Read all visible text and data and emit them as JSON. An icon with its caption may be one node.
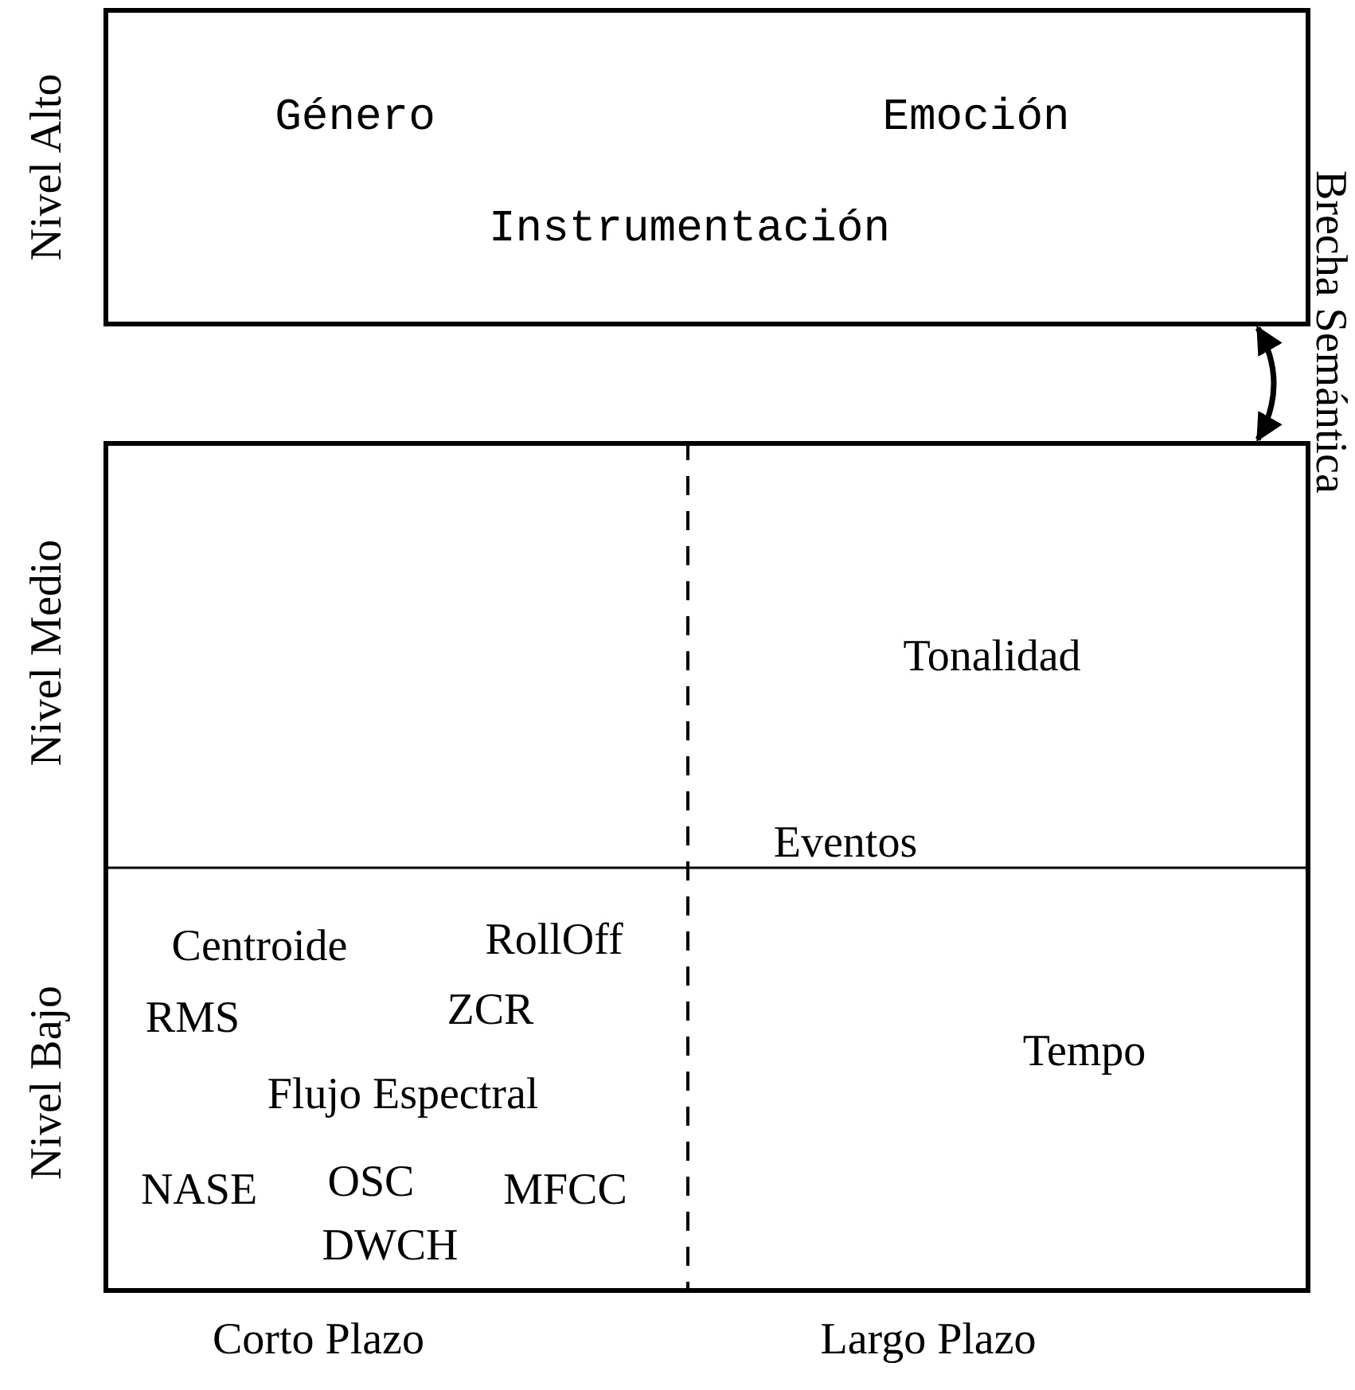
{
  "diagram": {
    "nodes": [
      {
        "text": [
          "Género",
          "Emoción",
          "Instrumentación"
        ]
      },
      {
        "text": [
          "Tonalidad",
          "Eventos",
          "Centroide",
          "RollOff",
          "RMS",
          "ZCR",
          "Flujo Espectral",
          "Tempo",
          "NASE",
          "OSC",
          "MFCC",
          "DWCH"
        ]
      }
    ],
    "edges": [
      {
        "from": 0,
        "to": 1,
        "arrow": "both",
        "label": "Brecha Semántica"
      }
    ],
    "labels": [
      "Nivel Alto",
      "Nivel Medio",
      "Nivel Bajo",
      "Corto Plazo",
      "Largo Plazo"
    ]
  }
}
